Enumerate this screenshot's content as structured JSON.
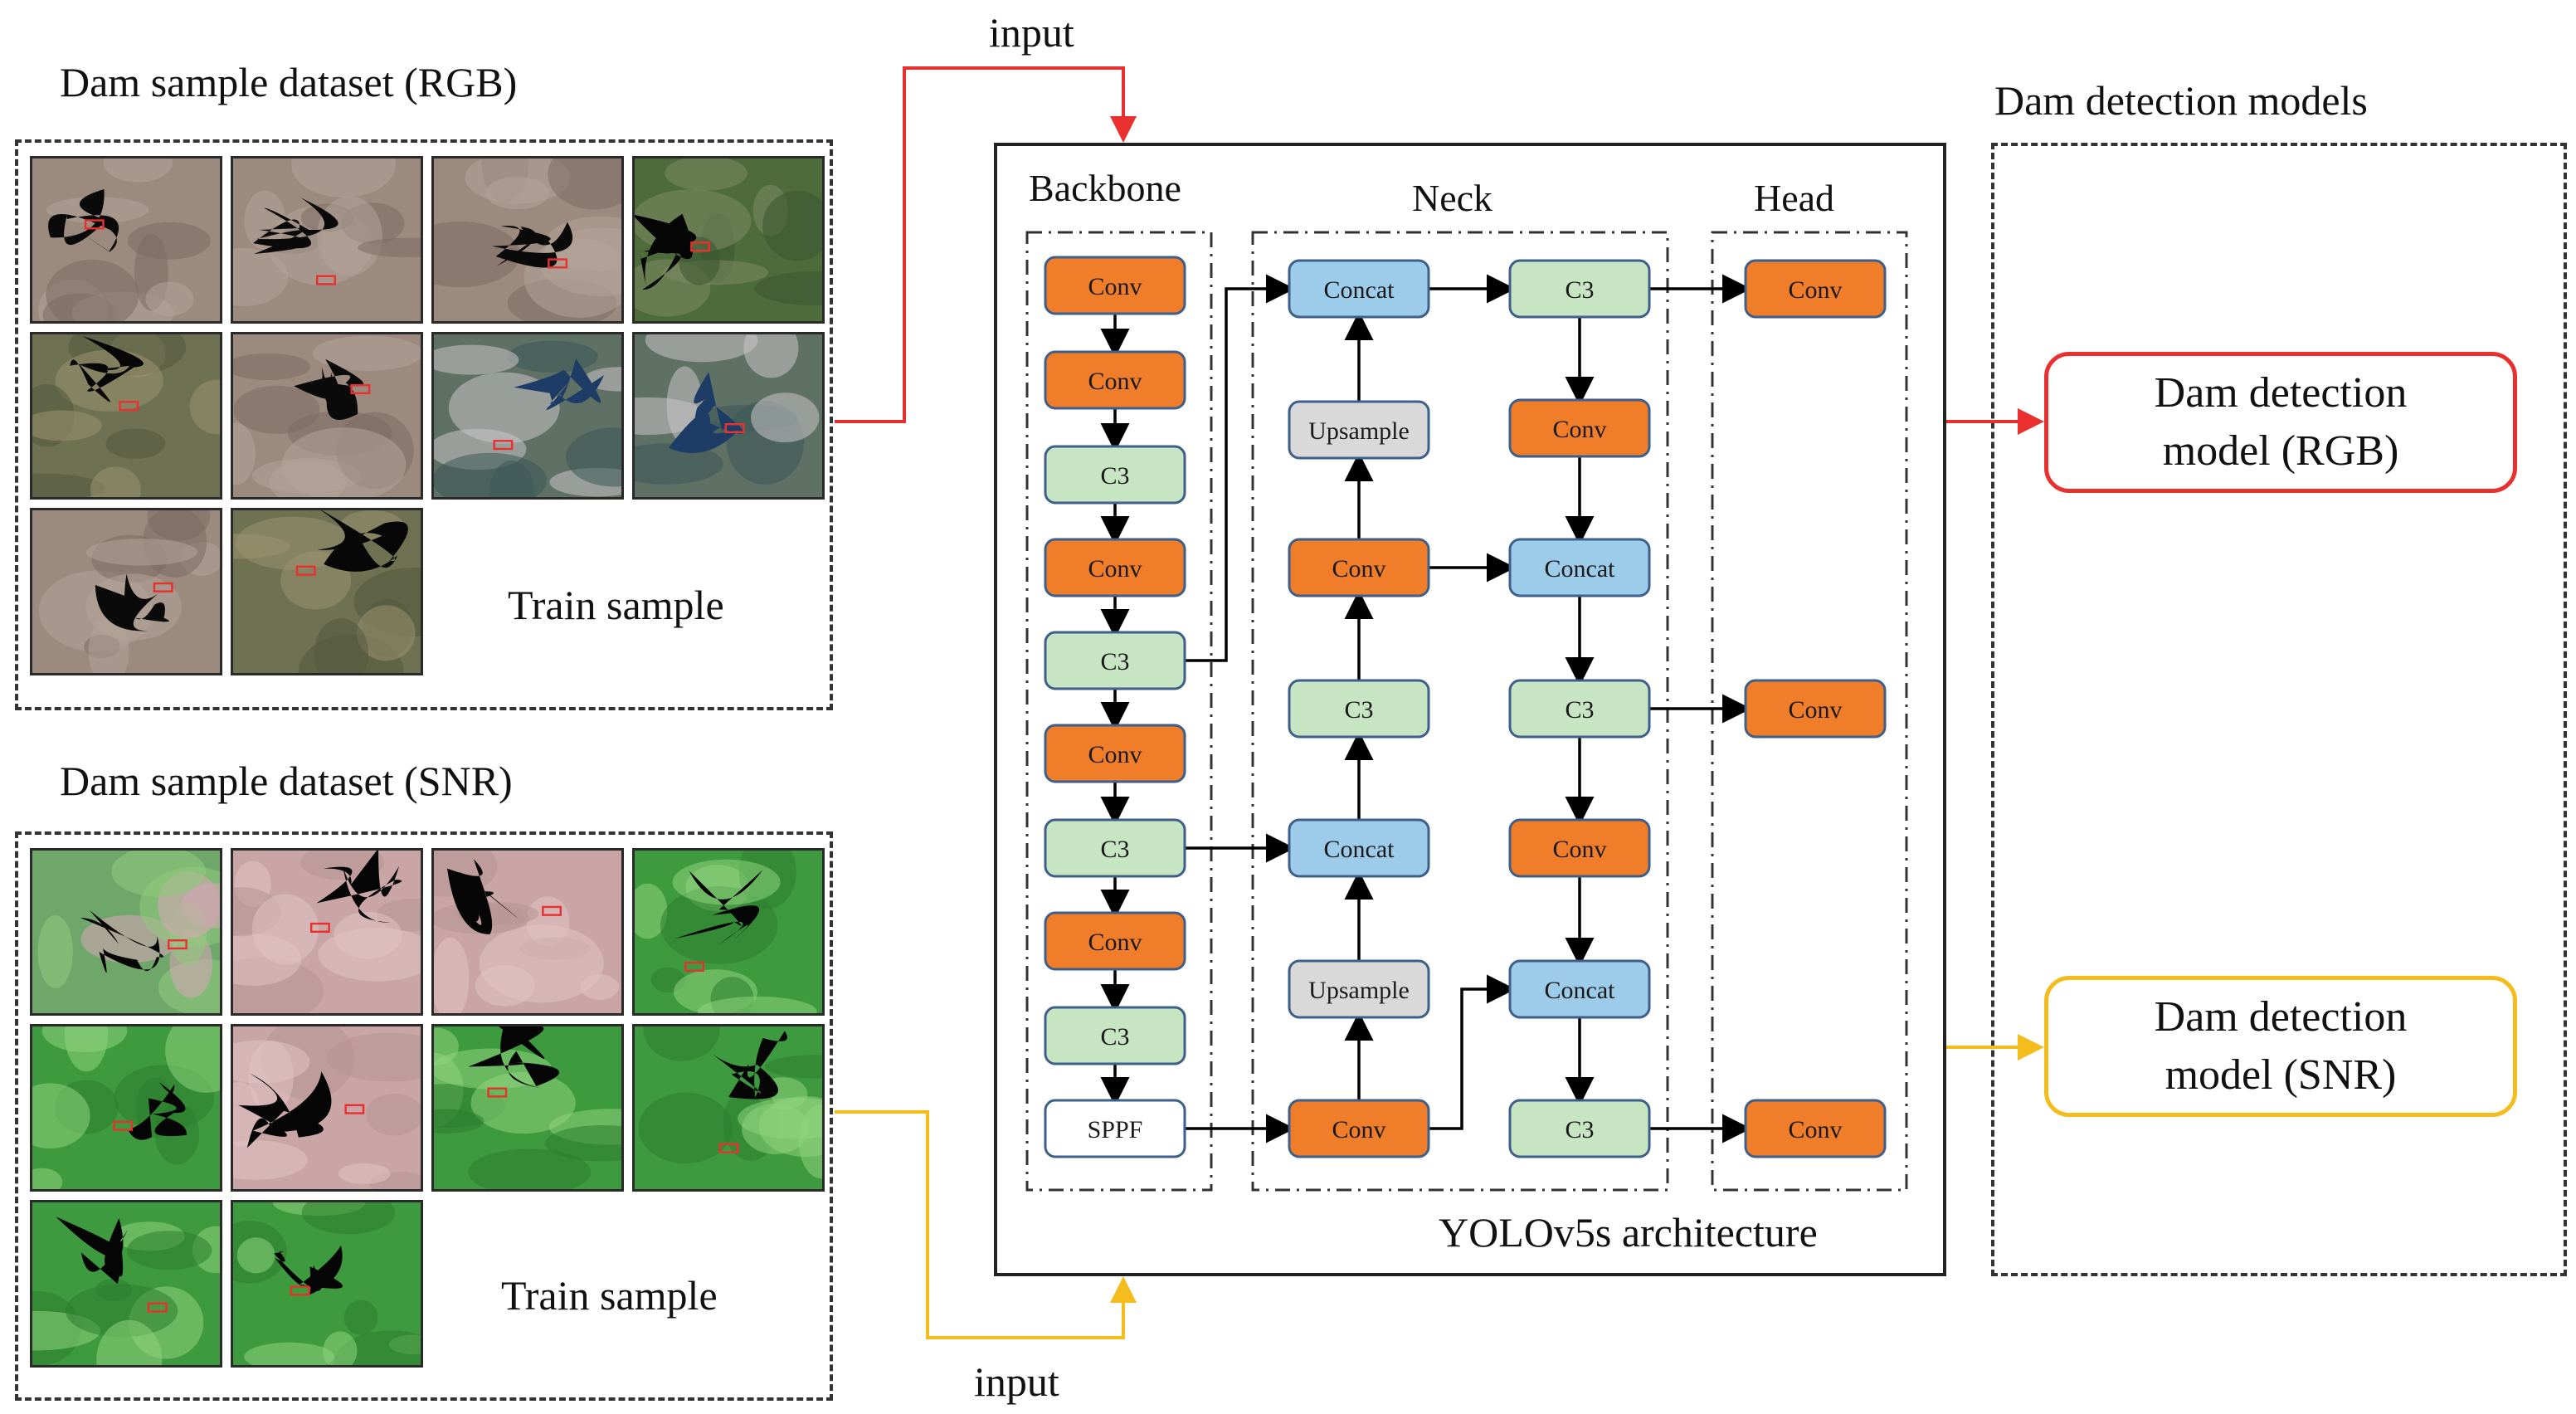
{
  "rgb_panel": {
    "title": "Dam sample dataset (RGB)",
    "caption": "Train sample"
  },
  "snr_panel": {
    "title": "Dam sample dataset (SNR)",
    "caption": "Train sample"
  },
  "arrows": {
    "top_input": "input",
    "bottom_input": "input"
  },
  "architecture": {
    "caption": "YOLOv5s architecture",
    "sections": [
      "Backbone",
      "Neck",
      "Head"
    ],
    "modules": {
      "backbone": [
        "Conv",
        "Conv",
        "C3",
        "Conv",
        "C3",
        "Conv",
        "C3",
        "Conv",
        "C3",
        "SPPF"
      ],
      "neck_left": [
        "Concat",
        "Upsample",
        "Conv",
        "C3",
        "Concat",
        "Upsample",
        "Conv"
      ],
      "neck_right": [
        "C3",
        "Conv",
        "Concat",
        "C3",
        "Conv",
        "Concat",
        "C3"
      ],
      "head": [
        "Conv",
        "Conv",
        "Conv"
      ]
    }
  },
  "models": {
    "title": "Dam detection models",
    "rgb": {
      "line1": "Dam detection",
      "line2": "model (RGB)"
    },
    "snr": {
      "line1": "Dam detection",
      "line2": "model (SNR)"
    }
  },
  "colors": {
    "conv": "#F07D2A",
    "c3": "#C7E5C2",
    "concat": "#9DCBEA",
    "upsample": "#D9D9D9",
    "sppf": "#FFFFFF",
    "module_border": "#3E5F8A",
    "rgb_accent": "#E8312F",
    "snr_accent": "#F4BC1C"
  },
  "thumbnails": {
    "rgb": [
      "brown-terrain",
      "brown-terrain",
      "brown-terrain",
      "dark-green-terrain",
      "olive-terrain",
      "brown-terrain",
      "green-urban-terrain",
      "green-urban-terrain",
      "brown-terrain",
      "olive-terrain"
    ],
    "snr": [
      "green-pink-terrain",
      "pink-terrain",
      "pink-terrain",
      "green-terrain",
      "green-terrain",
      "pink-terrain",
      "green-terrain",
      "green-terrain",
      "green-terrain",
      "green-terrain"
    ]
  }
}
